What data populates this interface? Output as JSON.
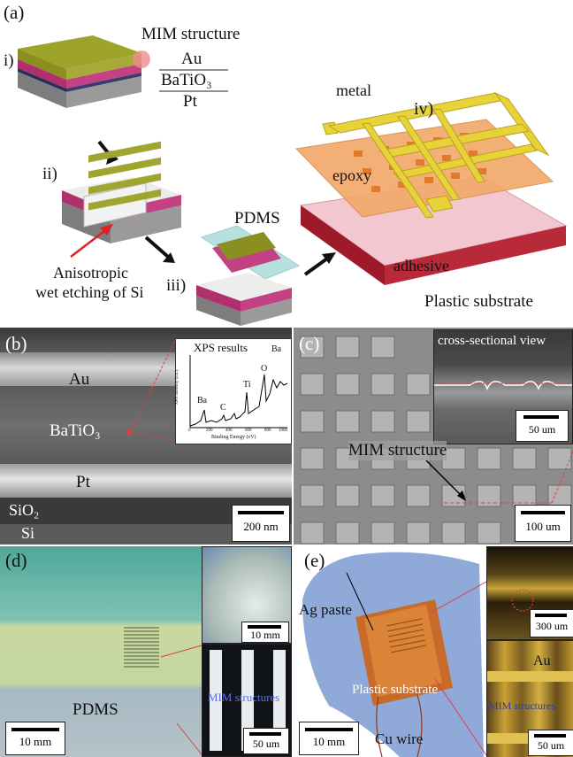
{
  "panel_a": {
    "label": "(a)",
    "step_i": "i)",
    "step_ii": "ii)",
    "step_iii": "iii)",
    "step_iv": "iv)",
    "mim_title": "MIM structure",
    "layer_top": "Au",
    "layer_mid": "BaTiO₃",
    "layer_bot": "Pt",
    "pdms": "PDMS",
    "etch_line1": "Anisotropic",
    "etch_line2": "wet etching of Si",
    "metal": "metal",
    "epoxy": "epoxy",
    "adhesive": "adhesive",
    "substrate": "Plastic substrate"
  },
  "panel_b": {
    "label": "(b)",
    "au": "Au",
    "batio3": "BaTiO₃",
    "pt": "Pt",
    "sio2": "SiO₂",
    "si": "Si",
    "scale": "200 nm",
    "xps_title": "XPS results",
    "xps_ylabel": "XPS intensity (a.u.)",
    "xps_xlabel": "Binding Energy (eV)",
    "xps_peaks": [
      "Ba",
      "C",
      "Ti",
      "O",
      "Ba"
    ],
    "xps_ticks": [
      "0",
      "200",
      "400",
      "600",
      "800",
      "1000"
    ]
  },
  "panel_c": {
    "label": "(c)",
    "inset_title": "cross-sectional view",
    "inset_scale": "50 um",
    "mim": "MIM structure",
    "scale": "100 um"
  },
  "panel_d": {
    "label": "(d)",
    "pdms": "PDMS",
    "scale": "10 mm",
    "inset1_scale": "10 mm",
    "inset2_text": "MIM structures",
    "inset2_scale": "50 um"
  },
  "panel_e": {
    "label": "(e)",
    "ag_paste": "Ag paste",
    "plastic": "Plastic substrate",
    "cu_wire": "Cu wire",
    "scale": "10 mm",
    "inset1_scale": "300 um",
    "inset2_au": "Au",
    "inset2_text": "MIM structures",
    "inset2_scale": "50 um"
  }
}
